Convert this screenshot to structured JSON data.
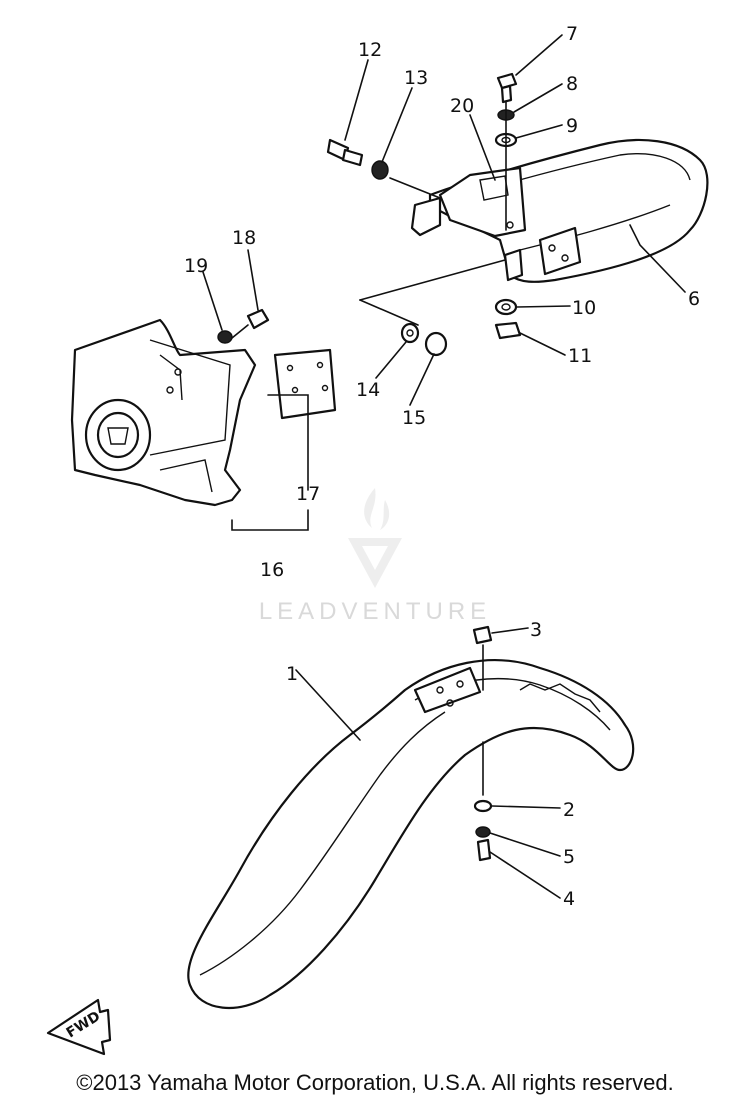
{
  "diagram": {
    "callouts": {
      "c1": "1",
      "c2": "2",
      "c3": "3",
      "c4": "4",
      "c5": "5",
      "c6": "6",
      "c7": "7",
      "c8": "8",
      "c9": "9",
      "c10": "10",
      "c11": "11",
      "c12": "12",
      "c13": "13",
      "c14": "14",
      "c15": "15",
      "c16": "16",
      "c17": "17",
      "c18": "18",
      "c19": "19",
      "c20": "20"
    },
    "fwd_label": "FWD"
  },
  "watermark": {
    "text": "LEADVENTURE",
    "icon": "flame-v-logo-icon"
  },
  "footer": {
    "copyright": "©2013 Yamaha Motor Corporation, U.S.A. All rights reserved."
  },
  "colors": {
    "ink": "#111111",
    "watermark": "#d9d9d9",
    "background": "#ffffff"
  }
}
